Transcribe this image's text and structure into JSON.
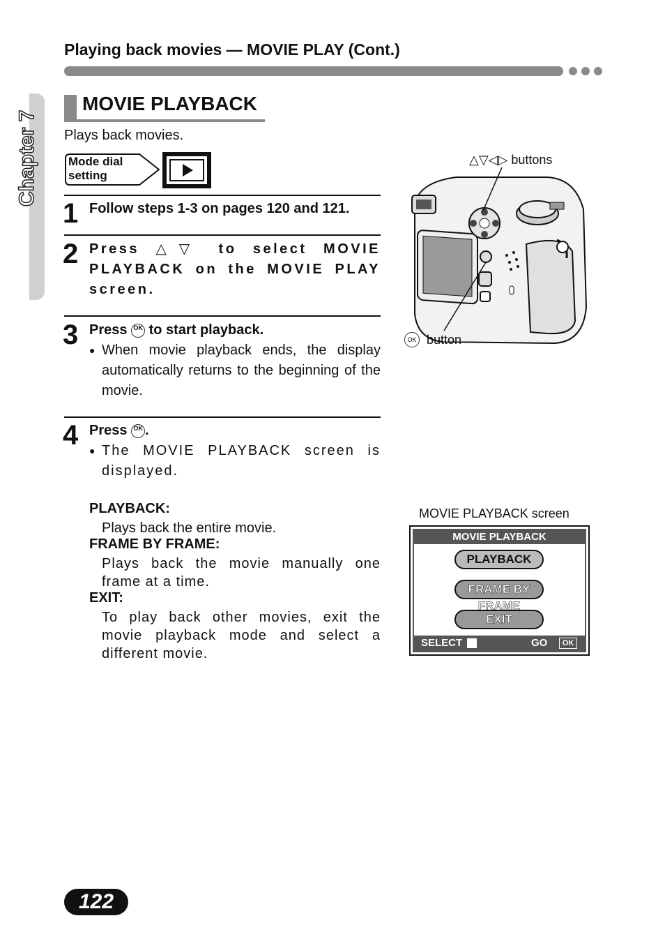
{
  "header": {
    "title": "Playing back movies — MOVIE PLAY (Cont.)"
  },
  "chapter": {
    "label": "Chapter 7"
  },
  "section": {
    "title": "MOVIE PLAYBACK",
    "intro": "Plays back movies."
  },
  "mode_dial": {
    "label_line1": "Mode dial",
    "label_line2": "setting",
    "icon": "playback-mode-icon"
  },
  "steps": [
    {
      "num": "1",
      "text": "Follow steps 1-3 on pages 120 and 121."
    },
    {
      "num": "2",
      "text_parts": [
        "Press",
        "△▽",
        "to select MOVIE PLAYBACK on the MOVIE PLAY screen."
      ]
    },
    {
      "num": "3",
      "text_parts": [
        "Press",
        "to start playback."
      ],
      "bullet": "When movie playback ends, the display automatically returns to the beginning of the movie."
    },
    {
      "num": "4",
      "text_parts": [
        "Press",
        "."
      ],
      "bullet": "The MOVIE PLAYBACK screen is displayed."
    }
  ],
  "options": [
    {
      "term": "PLAYBACK:",
      "def": "Plays back the entire movie."
    },
    {
      "term": "FRAME BY FRAME:",
      "def": "Plays back the movie manually one frame at a time."
    },
    {
      "term": "EXIT:",
      "def": "To play back other movies, exit the movie playback mode and select a different movie."
    }
  ],
  "figure": {
    "arrows_caption": "△▽◁▷ buttons",
    "ok_caption": "button",
    "ok_symbol": "OK",
    "screen_caption": "MOVIE PLAYBACK screen"
  },
  "screen": {
    "title": "MOVIE PLAYBACK",
    "items": [
      "PLAYBACK",
      "FRAME BY FRAME",
      "EXIT"
    ],
    "selected_index": 0,
    "select_label": "SELECT",
    "go_label": "GO",
    "ok_label": "OK"
  },
  "page_number": "122"
}
